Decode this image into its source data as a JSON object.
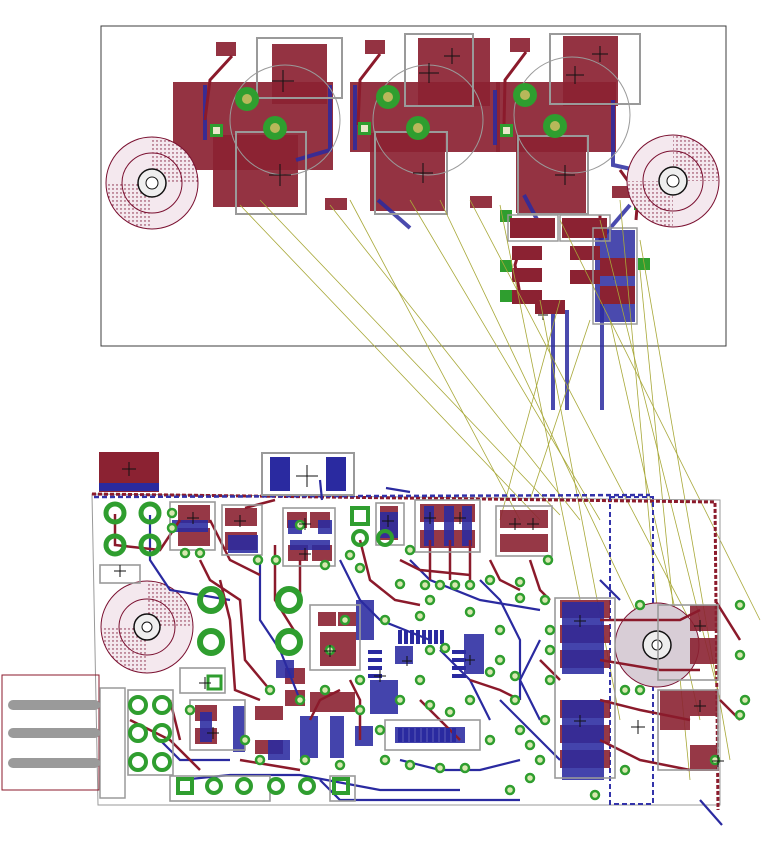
{
  "title": "",
  "board": {
    "description_hidden": "",
    "colors": {
      "background": "#ffffff",
      "outline": "#3c3c3c",
      "top_copper": "#8b1a2b",
      "top_copper_fill": "#8b2232",
      "bottom_copper": "#2a2aa0",
      "pad_ring": "#2f9e2f",
      "pad_hole": "#e8e8c8",
      "silkscreen": "#9a9a9a",
      "airwire": "#a8a838",
      "hole_marker": "#7a1030",
      "keepout_dash": "#3333aa"
    },
    "sections": [
      "upper-pcb",
      "lower-pcb",
      "connector-block"
    ],
    "layers": [
      "top",
      "bottom",
      "silkscreen",
      "airwires",
      "outline"
    ]
  }
}
